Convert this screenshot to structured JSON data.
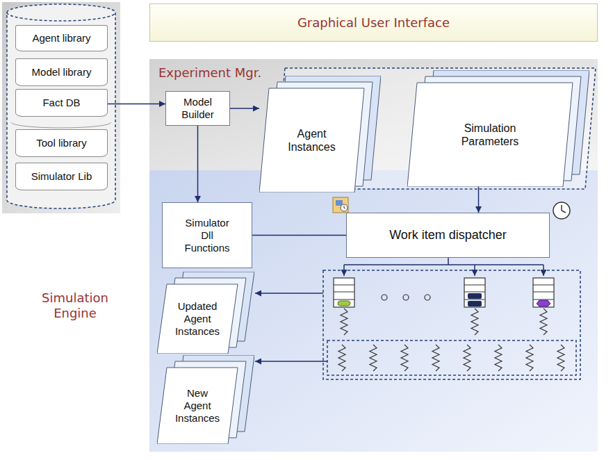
{
  "diagram": {
    "nodes": [
      {
        "text": [
          "Agent library"
        ]
      },
      {
        "text": [
          "Model library"
        ]
      },
      {
        "text": [
          "Fact DB"
        ]
      },
      {
        "text": [
          "Tool library"
        ]
      },
      {
        "text": [
          "Simulator Lib"
        ]
      },
      {
        "text": [
          "Graphical User Interface"
        ]
      },
      {
        "text": [
          "Experiment Mgr."
        ]
      },
      {
        "text": [
          "Model Builder"
        ],
        "in": 6
      },
      {
        "text": [
          "Agent Instances"
        ],
        "in": 6
      },
      {
        "text": [
          "Simulation Parameters"
        ],
        "in": 6
      },
      {
        "text": [
          "Simulation Engine"
        ]
      },
      {
        "text": [
          "Simulator Dll Functions"
        ],
        "in": 10
      },
      {
        "text": [
          "Work item dispatcher"
        ],
        "in": 10
      },
      {
        "text": [
          "Updated Agent Instances"
        ],
        "in": 10
      },
      {
        "text": [
          "New Agent Instances"
        ],
        "in": 10
      }
    ],
    "edges": [
      {
        "from": 2,
        "to": 7,
        "arrow": "to"
      },
      {
        "from": 7,
        "to": 8,
        "arrow": "to"
      },
      {
        "from": 7,
        "to": 11,
        "arrow": "to"
      },
      {
        "from": 9,
        "to": 12,
        "arrow": "to"
      },
      {
        "from": 11,
        "to": 12,
        "arrow": "none"
      }
    ]
  }
}
